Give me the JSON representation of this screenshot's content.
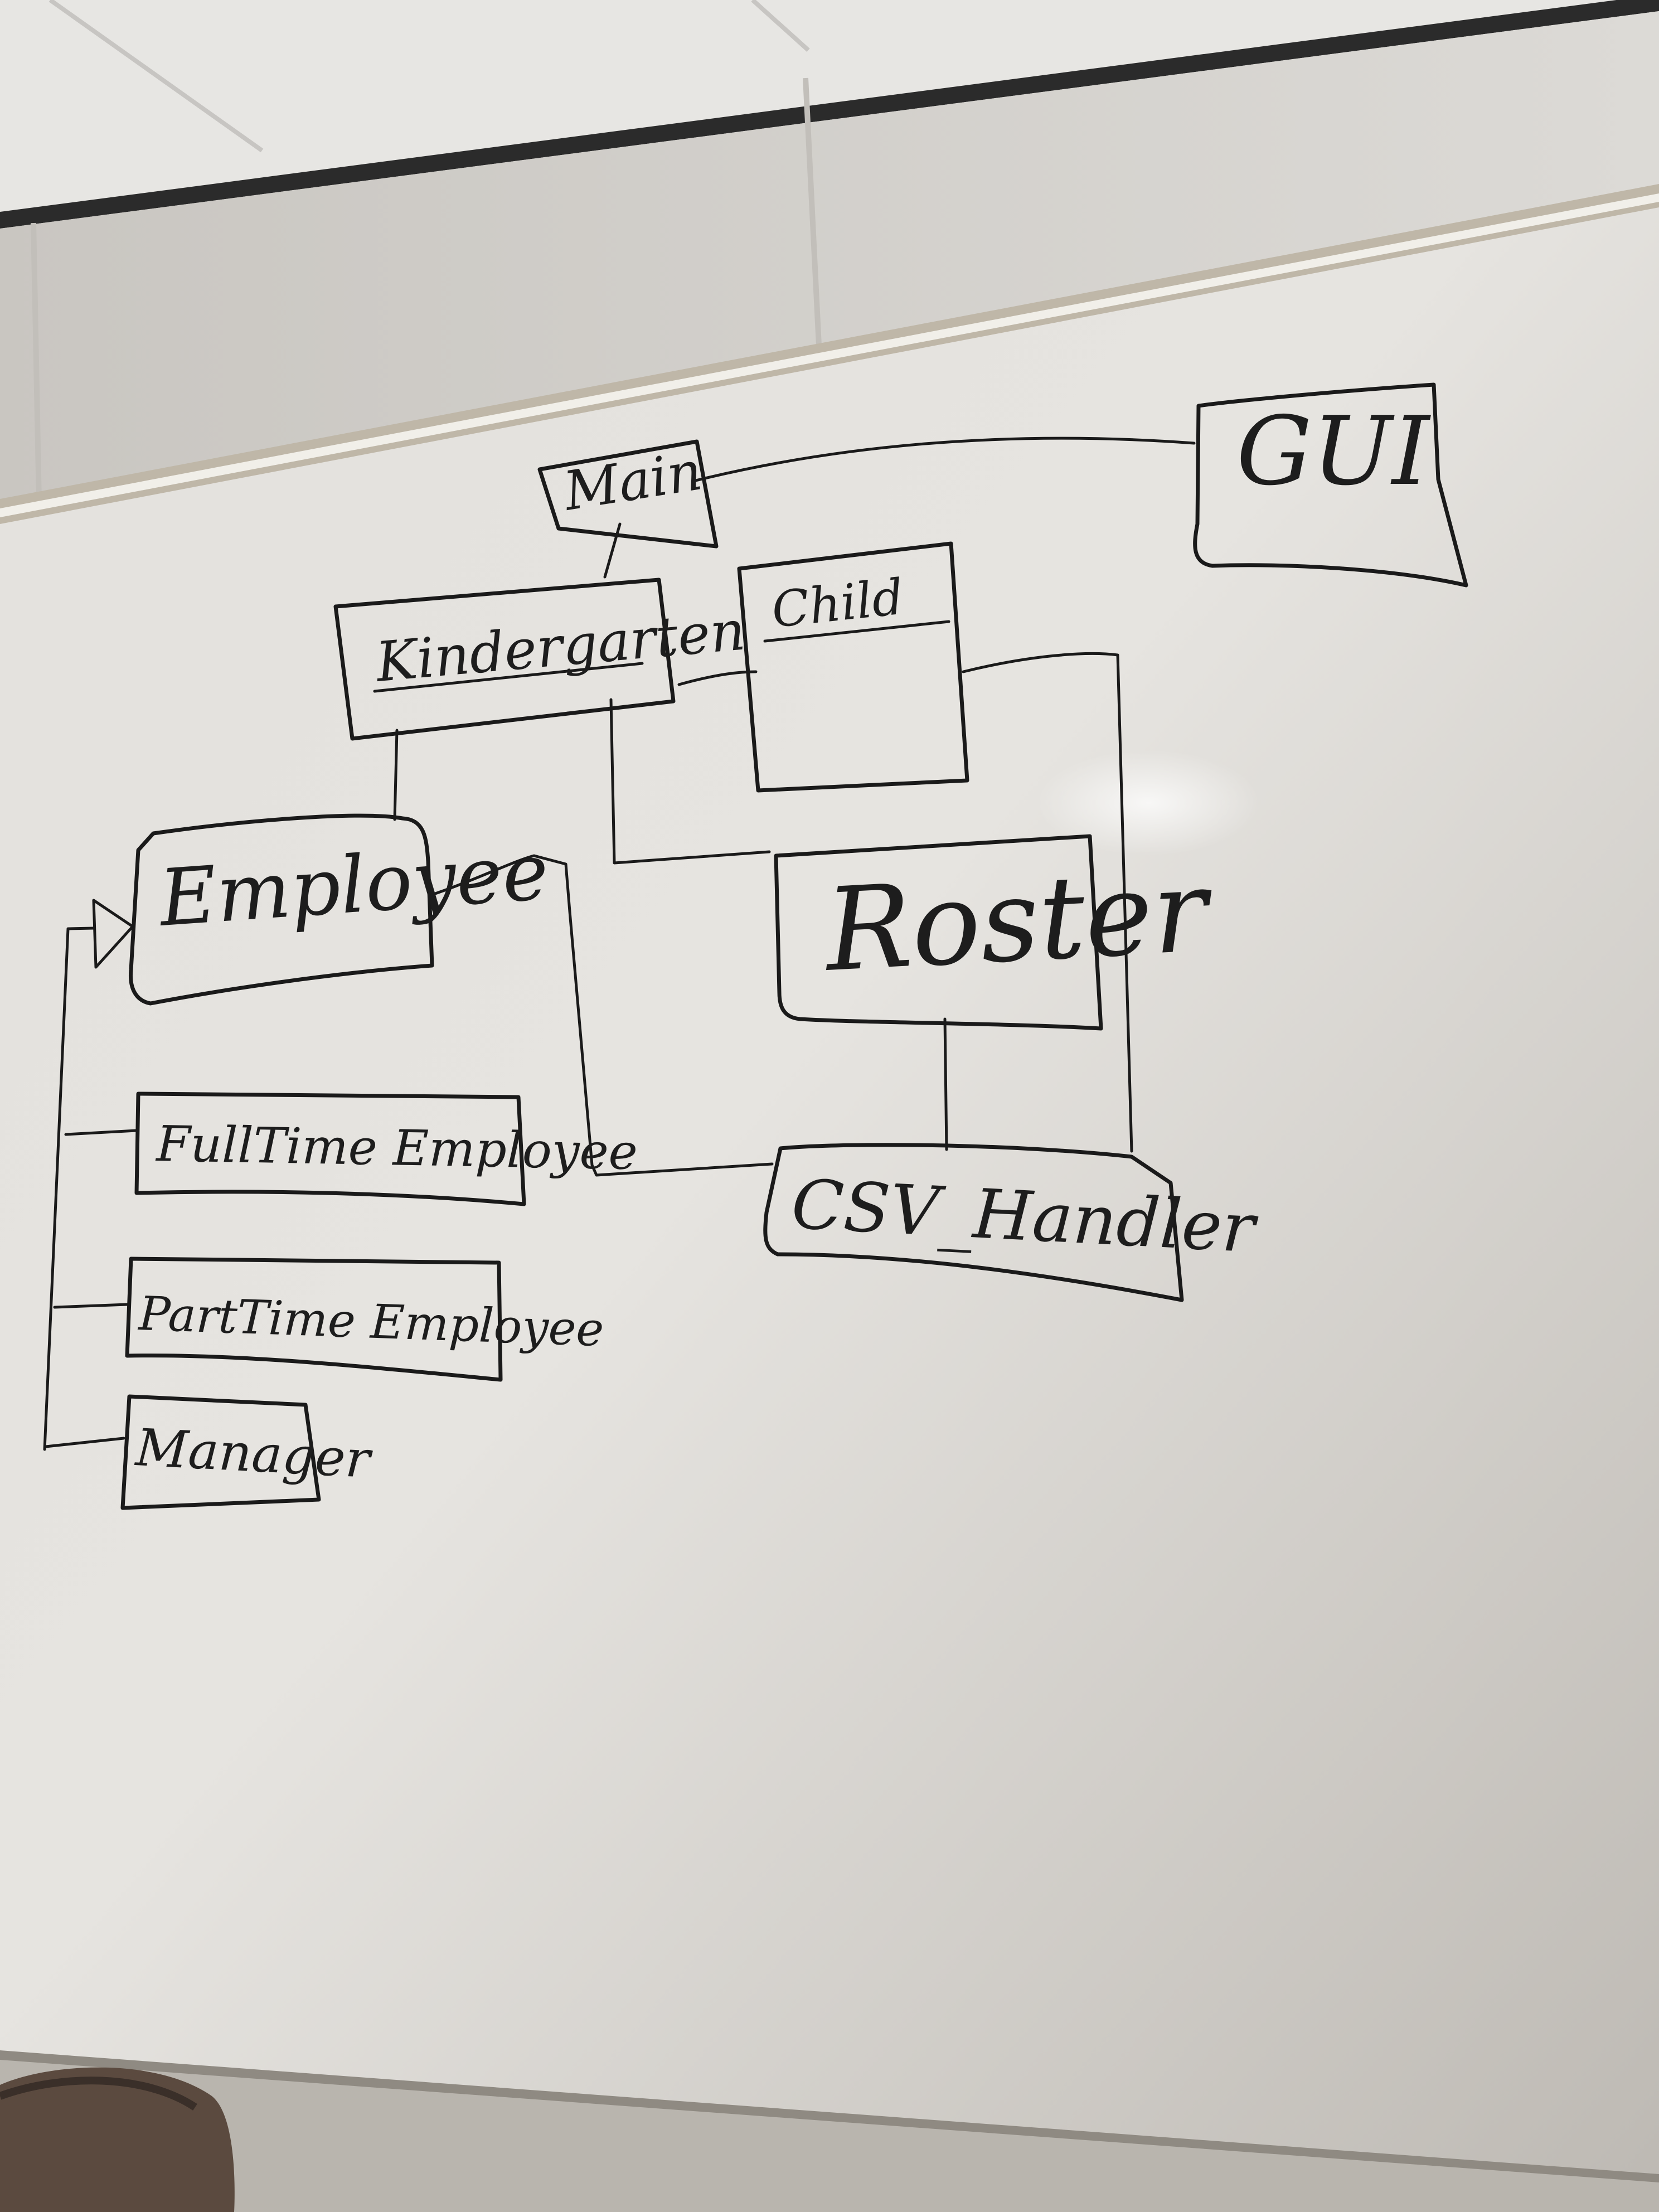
{
  "diagram": {
    "nodes": {
      "main": "Main",
      "gui": "GUI",
      "kindergarten": "Kindergarten",
      "child": "Child",
      "employee": "Employee",
      "roster": "Roster",
      "full_time_employee": "FullTime Employee",
      "part_time_employee": "PartTime Employee",
      "manager": "Manager",
      "csv_handler": "CSV_Handler"
    }
  },
  "colors": {
    "ink": "#1a1a1a",
    "board": "#e8e6e2",
    "wall": "#d3d0cb",
    "ceiling": "#e9e8e6"
  }
}
